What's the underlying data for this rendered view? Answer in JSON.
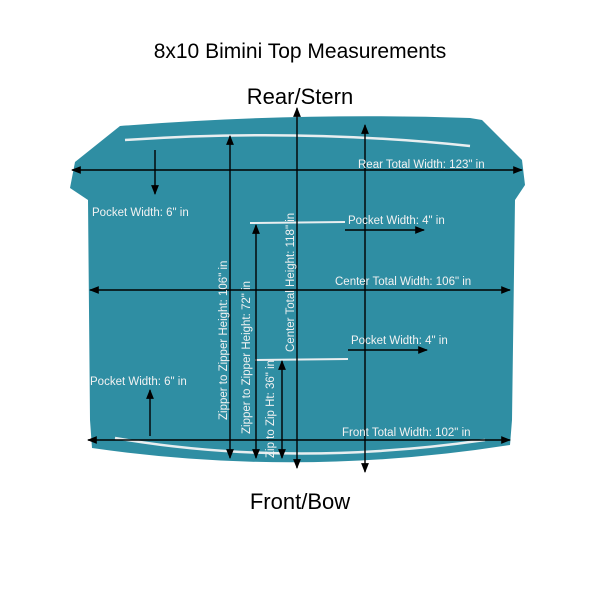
{
  "title": "8x10 Bimini Top Measurements",
  "rear_label": "Rear/Stern",
  "front_label": "Front/Bow",
  "fabric_color": "#2f8ea3",
  "labels": {
    "rear_width": "Rear Total Width: 123\" in",
    "center_width": "Center Total Width: 106\" in",
    "front_width": "Front Total Width: 102\" in",
    "pocket_rear_left": "Pocket Width: 6\" in",
    "pocket_front_left": "Pocket Width: 6\" in",
    "pocket_upper_center": "Pocket Width: 4\" in",
    "pocket_lower_center": "Pocket Width: 4\" in",
    "zipper_106": "Zipper to Zipper Height: 106\" in",
    "zipper_72": "Zipper to Zipper Height: 72\" in",
    "center_height": "Center Total Height: 118\" in",
    "zip_36": "Zip to Zip Ht: 36\" in"
  }
}
